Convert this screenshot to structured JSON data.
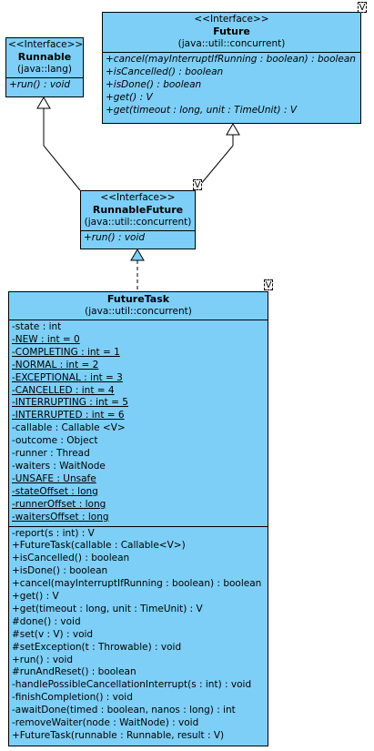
{
  "runnable": {
    "stereotype": "<<Interface>>",
    "name": "Runnable",
    "package": "(java::lang)",
    "operations": [
      "+run() : void"
    ]
  },
  "future": {
    "stereotype": "<<Interface>>",
    "name": "Future",
    "package": "(java::util::concurrent)",
    "template": "V",
    "operations": [
      "+cancel(mayInterruptIfRunning : boolean) : boolean",
      "+isCancelled() : boolean",
      "+isDone() : boolean",
      "+get() : V",
      "+get(timeout : long, unit : TimeUnit) : V"
    ]
  },
  "runnable_future": {
    "stereotype": "<<Interface>>",
    "name": "RunnableFuture",
    "package": "(java::util::concurrent)",
    "template": "V",
    "operations": [
      "+run() : void"
    ]
  },
  "future_task": {
    "name": "FutureTask",
    "package": "(java::util::concurrent)",
    "template": "V",
    "attributes": [
      "-state : int",
      "-NEW : int = 0",
      "-COMPLETING : int = 1",
      "-NORMAL : int = 2",
      "-EXCEPTIONAL : int = 3",
      "-CANCELLED : int = 4",
      "-INTERRUPTING : int = 5",
      "-INTERRUPTED : int = 6",
      "-callable : Callable <V>",
      "-outcome : Object",
      "-runner : Thread",
      "-waiters : WaitNode",
      "-UNSAFE : Unsafe",
      "-stateOffset : long",
      "-runnerOffset : long",
      "-waitersOffset : long"
    ],
    "operations": [
      "-report(s : int) : V",
      "+FutureTask(callable : Callable<V>)",
      "+isCancelled() : boolean",
      "+isDone() : boolean",
      "+cancel(mayInterruptIfRunning : boolean) : boolean",
      "+get() : V",
      "+get(timeout : long, unit : TimeUnit) : V",
      "#done() : void",
      "#set(v : V) : void",
      "#setException(t : Throwable) : void",
      "+run() : void",
      "#runAndReset() : boolean",
      "-handlePossibleCancellationInterrupt(s : int) : void",
      "-finishCompletion() : void",
      "-awaitDone(timed : boolean, nanos : long) : int",
      "-removeWaiter(node : WaitNode) : void",
      "+FutureTask(runnable : Runnable, result : V)"
    ]
  }
}
